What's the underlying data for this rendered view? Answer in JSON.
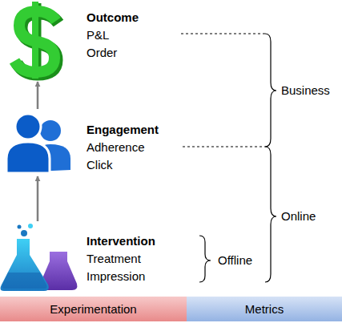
{
  "diagram": {
    "nodes": [
      {
        "text": [
          "Outcome",
          "P&L",
          "Order"
        ]
      },
      {
        "text": [
          "Engagement",
          "Adherence",
          "Click"
        ]
      },
      {
        "text": [
          "Intervention",
          "Treatment",
          "Impression"
        ]
      },
      {
        "text": [
          "Experimentation"
        ]
      },
      {
        "text": [
          "Metrics"
        ]
      }
    ],
    "edges": [
      {
        "from": 1,
        "to": 0,
        "arrow": "to"
      },
      {
        "from": 2,
        "to": 1,
        "arrow": "to"
      }
    ],
    "labels": [
      "Offline",
      "Business",
      "Online"
    ]
  }
}
